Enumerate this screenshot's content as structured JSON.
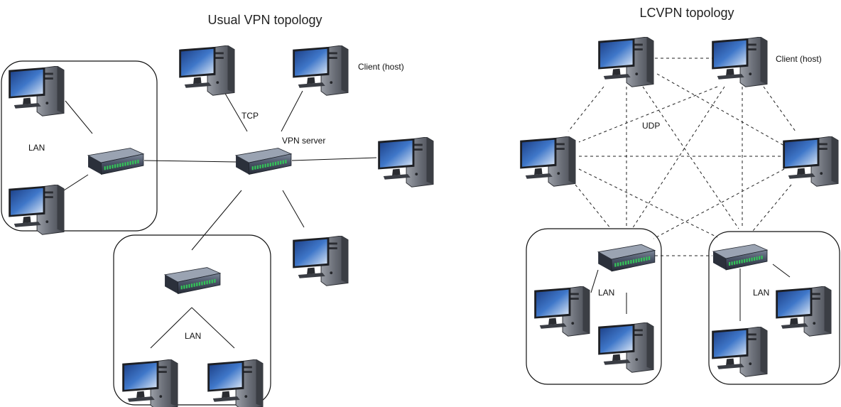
{
  "left": {
    "title": "Usual VPN topology",
    "lan_label_1": "LAN",
    "lan_label_2": "LAN",
    "tcp_label": "TCP",
    "server_label": "VPN server",
    "client_label": "Client (host)"
  },
  "right": {
    "title": "LCVPN topology",
    "udp_label": "UDP",
    "client_label": "Client (host)",
    "lan_label_1": "LAN",
    "lan_label_2": "LAN"
  },
  "icons": {
    "computer": "computer-icon",
    "switch": "network-switch-icon"
  },
  "colors": {
    "screen": "#2f5fa8",
    "tower": "#6b6f78",
    "switch_body": "#3a4150",
    "switch_port": "#2fae4a"
  }
}
